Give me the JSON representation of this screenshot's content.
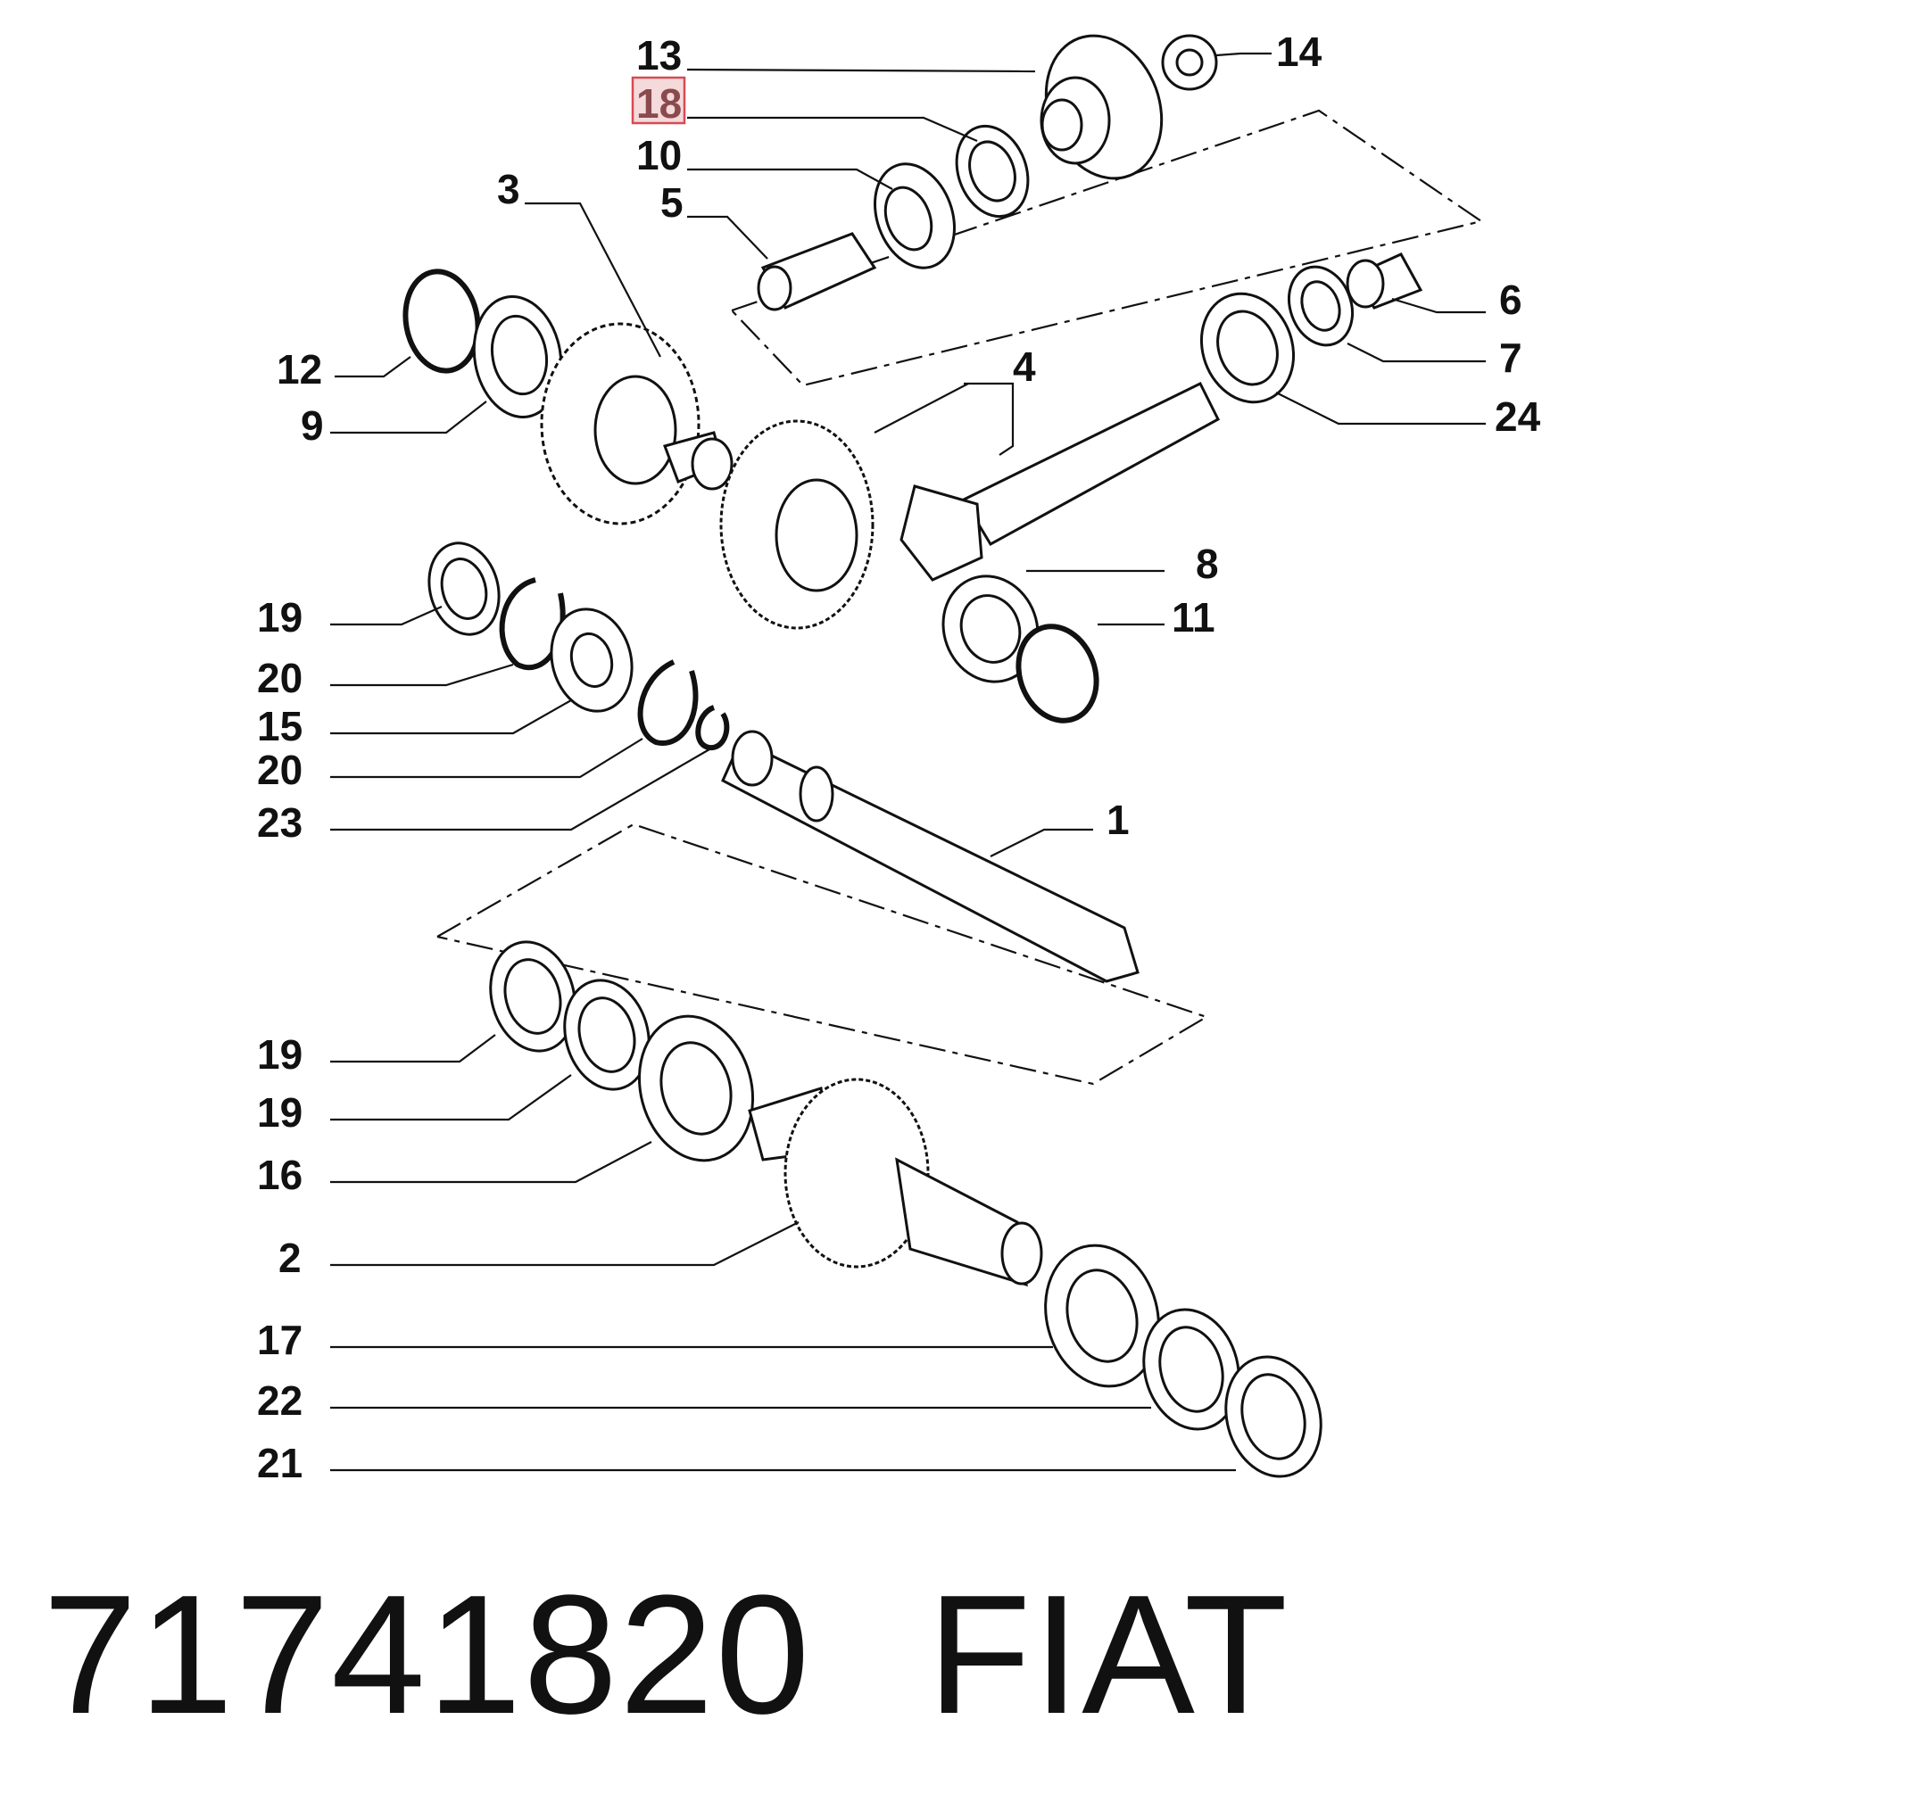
{
  "callouts": {
    "c1": "1",
    "c2": "2",
    "c3": "3",
    "c4": "4",
    "c5": "5",
    "c6": "6",
    "c7": "7",
    "c8": "8",
    "c9": "9",
    "c10": "10",
    "c11": "11",
    "c12": "12",
    "c13": "13",
    "c14": "14",
    "c15": "15",
    "c16": "16",
    "c17": "17",
    "c18": "18",
    "c19a": "19",
    "c19b": "19",
    "c19c": "19",
    "c20a": "20",
    "c20b": "20",
    "c21": "21",
    "c22": "22",
    "c23": "23",
    "c24": "24"
  },
  "highlighted_callout": "18",
  "highlight_color": "#d84a55",
  "caption": {
    "part_number": "71741820",
    "brand": "FIAT"
  }
}
